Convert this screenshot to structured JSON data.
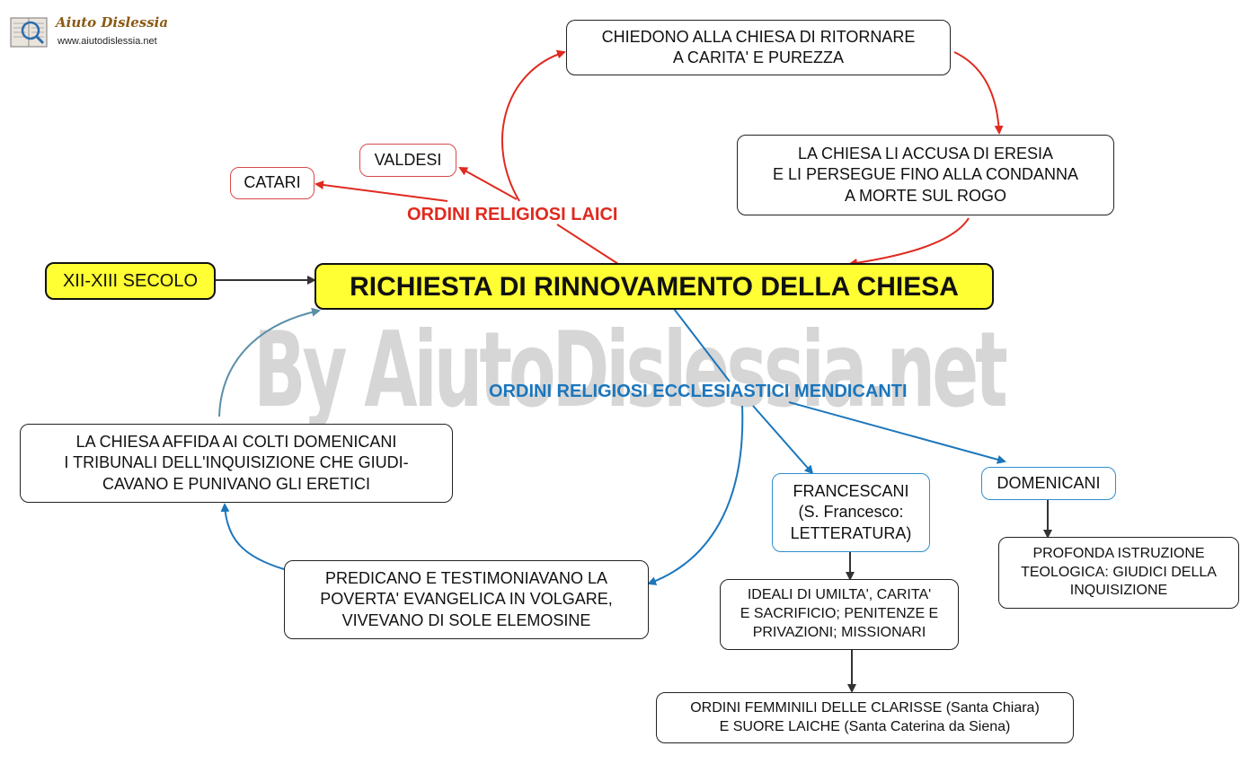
{
  "logo": {
    "title": "Aiuto Dislessia",
    "url": "www.aiutodislessia.net"
  },
  "watermark": "By AiutoDislessia.net",
  "central": "RICHIESTA DI RINNOVAMENTO DELLA CHIESA",
  "century": "XII-XIII SECOLO",
  "laici": {
    "label": "ORDINI RELIGIOSI  LAICI",
    "valdesi": "VALDESI",
    "catari": "CATARI",
    "request": [
      "CHIEDONO ALLA CHIESA DI RITORNARE",
      "A CARITA' E PUREZZA"
    ],
    "accusation": [
      "LA CHIESA LI ACCUSA DI ERESIA",
      "E LI PERSEGUE FINO ALLA CONDANNA",
      "A MORTE SUL ROGO"
    ]
  },
  "mendicanti": {
    "label": "ORDINI RELIGIOSI ECCLESIASTICI MENDICANTI",
    "inquisition": [
      "LA CHIESA AFFIDA AI COLTI DOMENICANI",
      "I TRIBUNALI DELL'INQUISIZIONE CHE GIUDI-",
      "CAVANO E PUNIVANO GLI ERETICI"
    ],
    "preaching": [
      "PREDICANO E TESTIMONIAVANO LA",
      "POVERTA' EVANGELICA IN VOLGARE,",
      "VIVEVANO DI SOLE ELEMOSINE"
    ],
    "francescani": [
      "FRANCESCANI",
      "(S. Francesco:",
      "LETTERATURA)"
    ],
    "ideali": [
      "IDEALI DI UMILTA', CARITA'",
      "E SACRIFICIO; PENITENZE E",
      "PRIVAZIONI; MISSIONARI"
    ],
    "femminili": [
      "ORDINI FEMMINILI DELLE CLARISSE (Santa Chiara)",
      "E SUORE LAICHE (Santa Caterina da Siena)"
    ],
    "domenicani": "DOMENICANI",
    "istruzione": [
      "PROFONDA ISTRUZIONE",
      "TEOLOGICA: GIUDICI DELLA",
      "INQUISIZIONE"
    ]
  },
  "colors": {
    "red": "#e02a1f",
    "blue": "#1b76bc",
    "teal": "#5b8fa8",
    "yellow": "#ffff33",
    "dark": "#333333"
  }
}
